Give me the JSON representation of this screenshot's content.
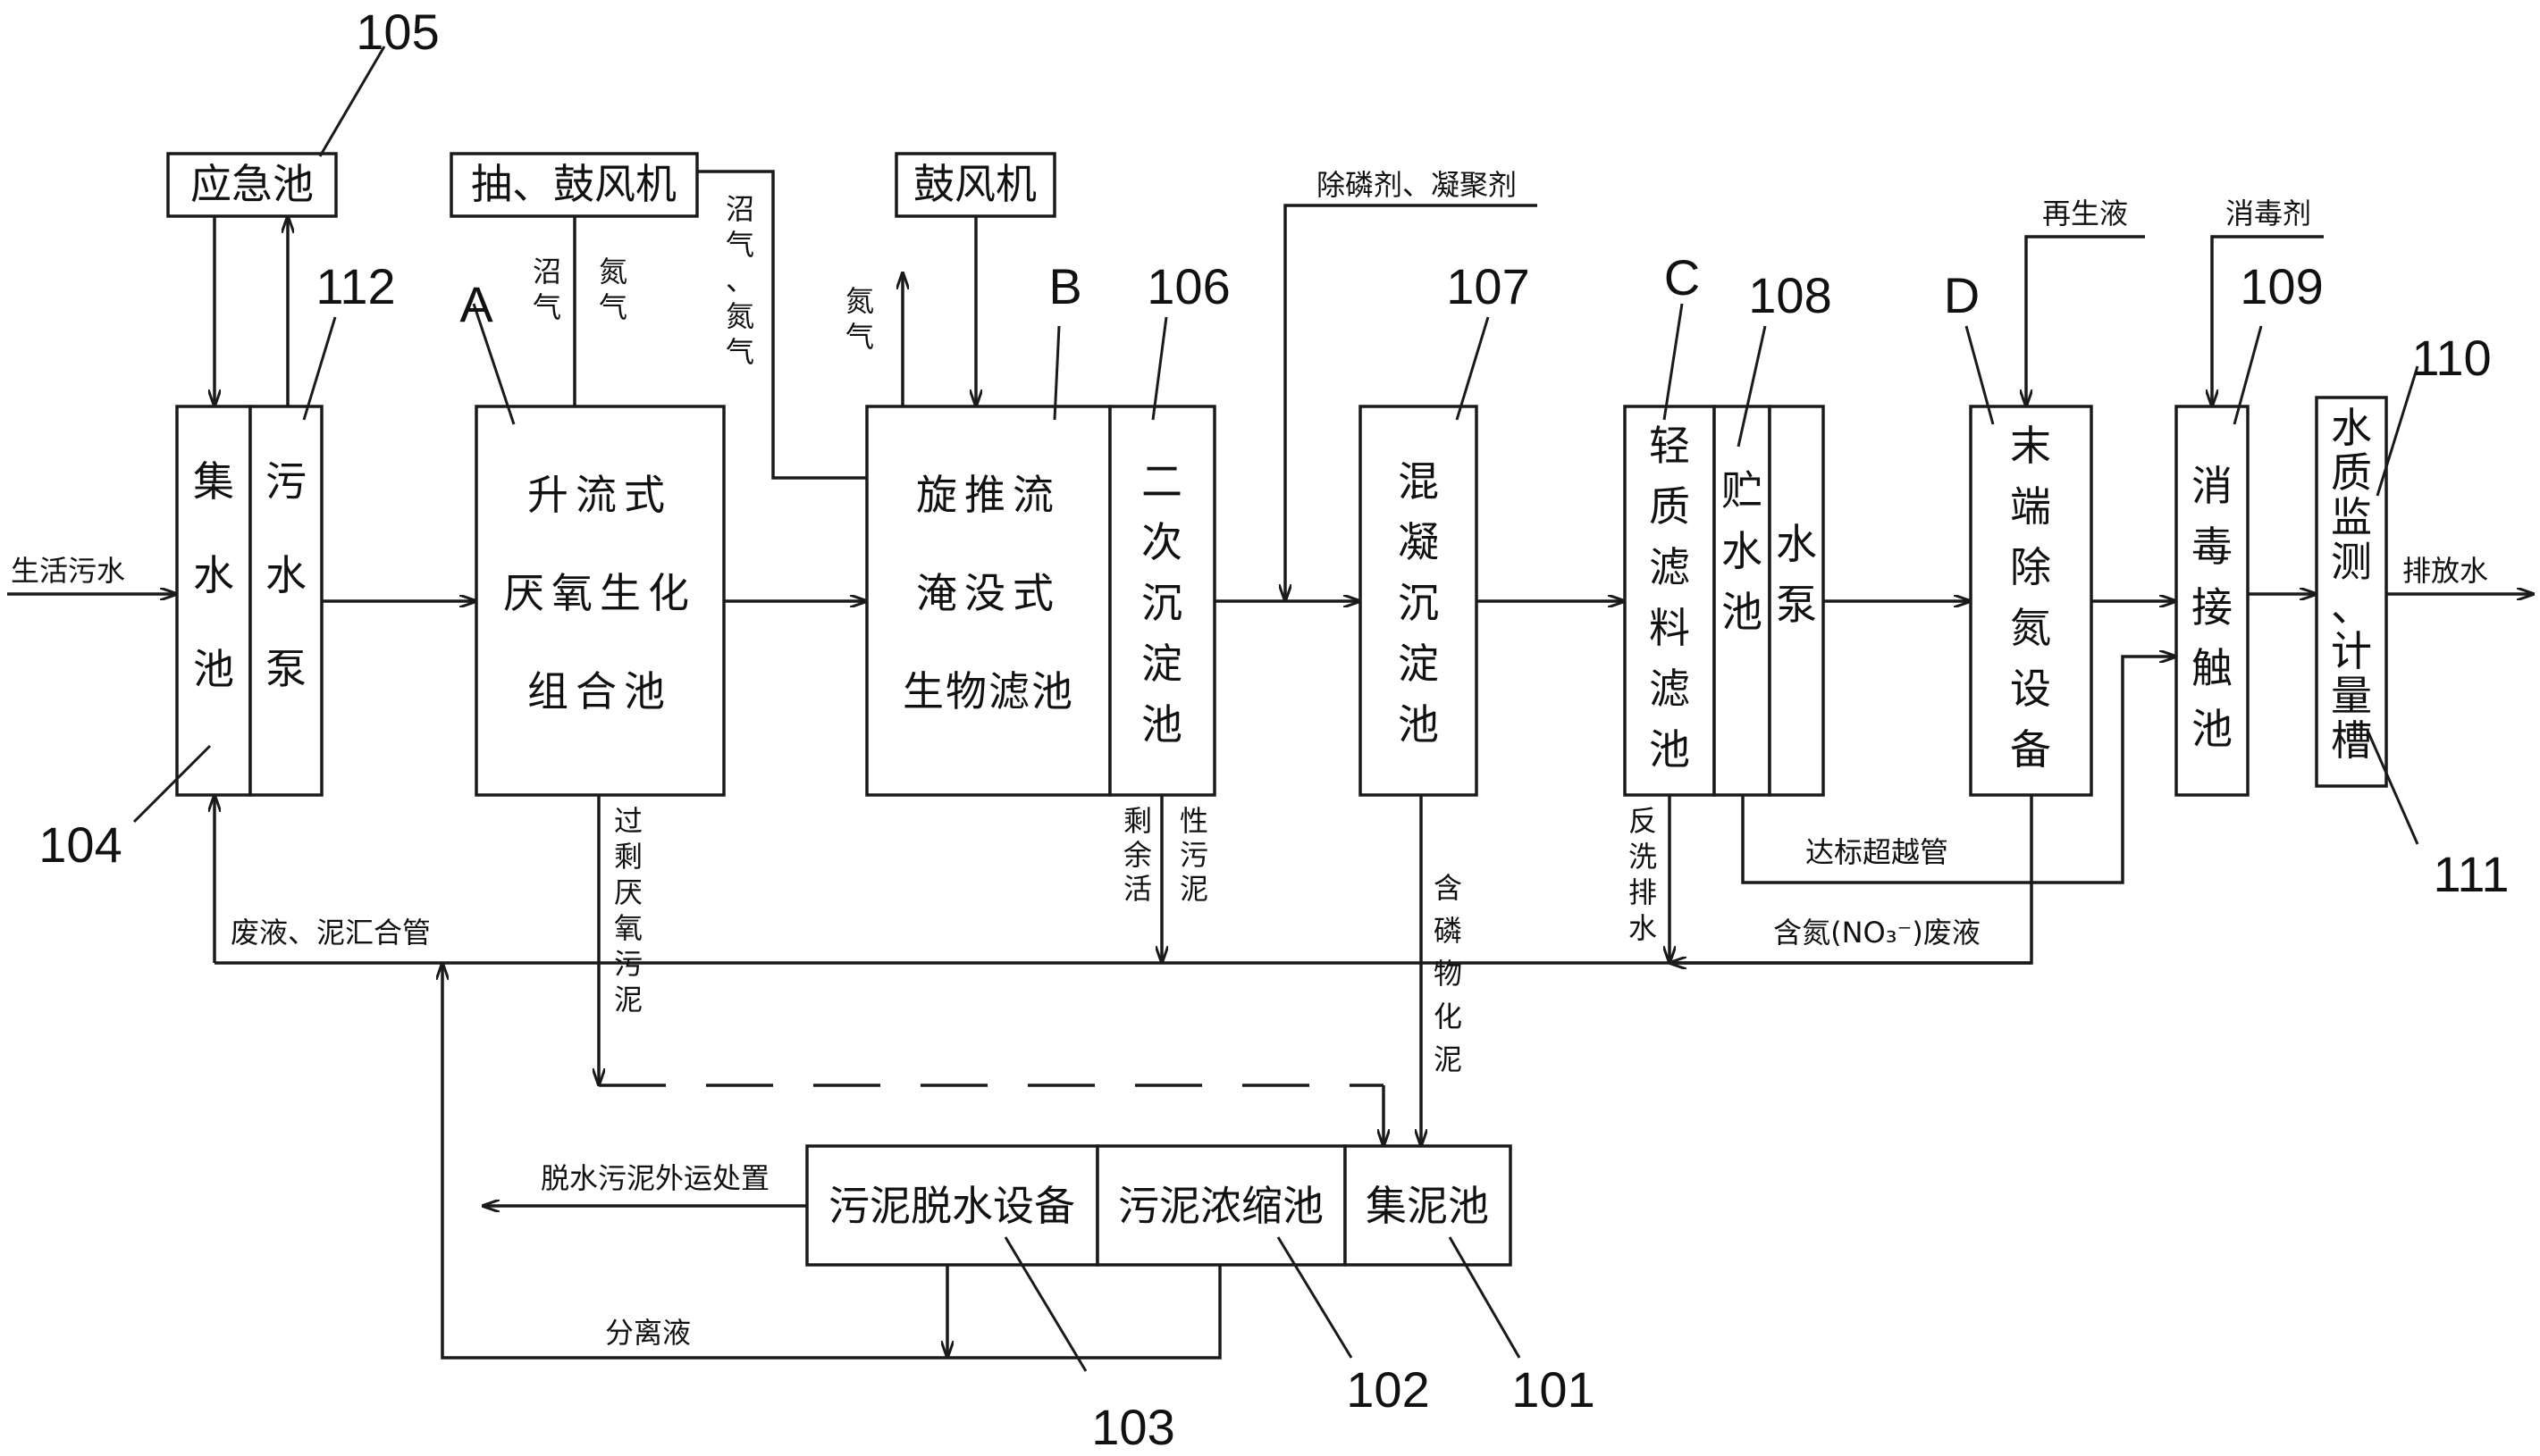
{
  "inlet": {
    "label": "生活污水"
  },
  "outlet": {
    "label": "排放水"
  },
  "units": {
    "u104": {
      "label": "集水池",
      "number": "104"
    },
    "u112": {
      "label": "污水泵",
      "number": "112"
    },
    "u105": {
      "label": "应急池",
      "number": "105"
    },
    "blower1": {
      "label": "抽、鼓风机"
    },
    "uA": {
      "lines": [
        "升流式",
        "厌氧生化",
        "组合池"
      ],
      "letter": "A"
    },
    "blower2": {
      "label": "鼓风机"
    },
    "uB": {
      "lines": [
        "旋推流",
        "淹没式",
        "生物滤池"
      ],
      "letter": "B"
    },
    "u106": {
      "label": "二次沉淀池",
      "number": "106"
    },
    "u107": {
      "label": "混凝沉淀池",
      "number": "107"
    },
    "uC": {
      "label": "轻质滤料滤池",
      "letter": "C"
    },
    "u108": {
      "label": "贮水池",
      "number": "108"
    },
    "pump": {
      "label": "水泵"
    },
    "uD": {
      "label": "末端除氮设备",
      "letter": "D"
    },
    "u109": {
      "label": "消毒接触池",
      "number": "109"
    },
    "u110": {
      "label": "水质监测、计量槽",
      "number": "110",
      "number2": "111"
    },
    "u101": {
      "label": "集泥池",
      "number": "101"
    },
    "u102": {
      "label": "污泥浓缩池",
      "number": "102"
    },
    "u103": {
      "label": "污泥脱水设备",
      "number": "103"
    }
  },
  "flows": {
    "biogas": "沼气",
    "nitrogen": "氮气",
    "biogas_nitrogen": "沼气、氮气",
    "nitrogen_b": "氮气",
    "phos_agent": "除磷剂、凝聚剂",
    "regen": "再生液",
    "disinfectant": "消毒剂",
    "waste_main": "废液、泥汇合管",
    "excess_anaerobic": "过剩厌氧污泥",
    "excess_active_a": "剩余活",
    "excess_active_b": "性污泥",
    "phos_sludge": "含磷物化泥",
    "backwash": "反洗排水",
    "bypass": "达标超越管",
    "nitrate_waste": "含氮(NO₃⁻)废液",
    "dewater_out": "脱水污泥外运处置",
    "separation": "分离液"
  }
}
